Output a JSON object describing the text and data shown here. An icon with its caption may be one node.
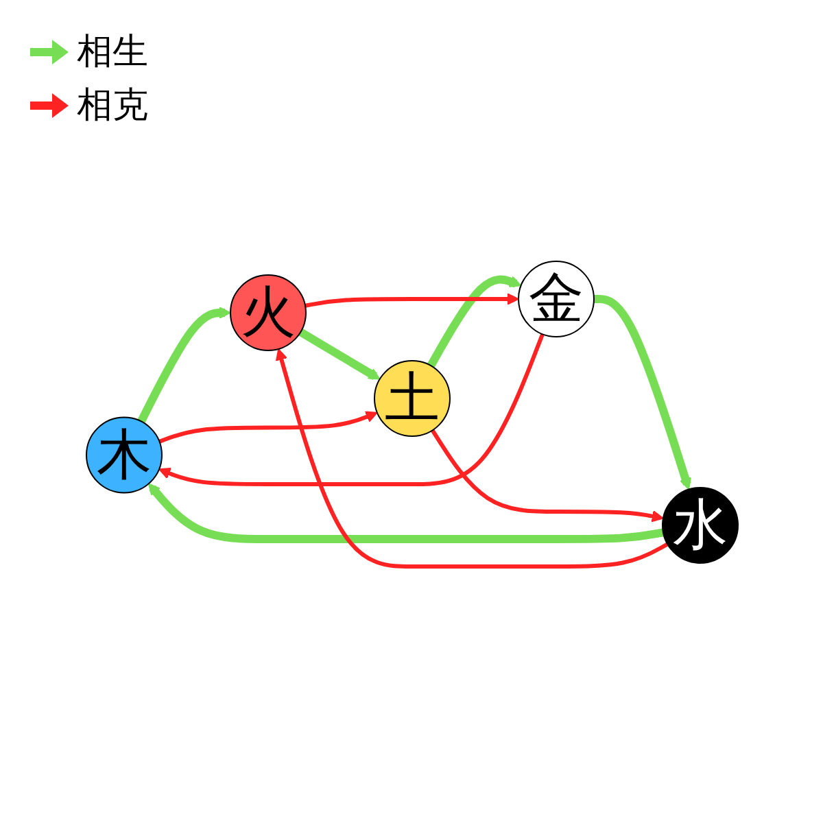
{
  "diagram": {
    "nodes": [
      {
        "text": [
          "木"
        ]
      },
      {
        "text": [
          "火"
        ]
      },
      {
        "text": [
          "土"
        ]
      },
      {
        "text": [
          "金"
        ]
      },
      {
        "text": [
          "水"
        ]
      }
    ],
    "edges": [
      {
        "from": 0,
        "to": 1,
        "arrow": "to",
        "style": "thick",
        "color": "#77dd55"
      },
      {
        "from": 1,
        "to": 2,
        "arrow": "to",
        "style": "thick",
        "color": "#77dd55"
      },
      {
        "from": 2,
        "to": 3,
        "arrow": "to",
        "style": "thick",
        "color": "#77dd55"
      },
      {
        "from": 3,
        "to": 4,
        "arrow": "to",
        "style": "thick",
        "color": "#77dd55"
      },
      {
        "from": 4,
        "to": 0,
        "arrow": "to",
        "style": "thick",
        "color": "#77dd55"
      },
      {
        "from": 0,
        "to": 2,
        "arrow": "to",
        "color": "#ff2222"
      },
      {
        "from": 2,
        "to": 4,
        "arrow": "to",
        "color": "#ff2222"
      },
      {
        "from": 4,
        "to": 1,
        "arrow": "to",
        "color": "#ff2222"
      },
      {
        "from": 1,
        "to": 3,
        "arrow": "to",
        "color": "#ff2222"
      },
      {
        "from": 3,
        "to": 0,
        "arrow": "to",
        "color": "#ff2222"
      }
    ],
    "legend": [
      {
        "text": "相生",
        "color": "#77dd55"
      },
      {
        "text": "相克",
        "color": "#ff2222"
      }
    ]
  }
}
